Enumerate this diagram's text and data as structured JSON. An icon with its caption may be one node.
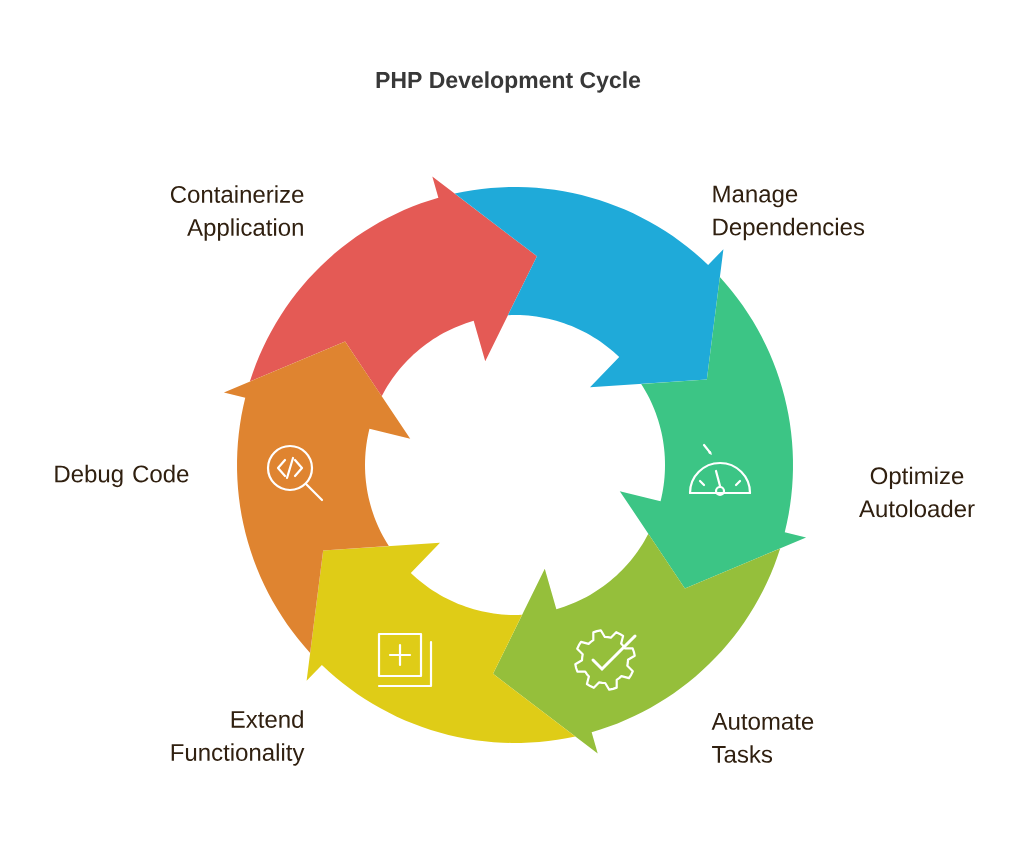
{
  "diagram": {
    "title": "PHP Development Cycle",
    "nodes": [
      {
        "text": [
          "Containerize Application"
        ]
      },
      {
        "text": [
          "Manage Dependencies"
        ]
      },
      {
        "text": [
          "Optimize Autoloader"
        ]
      },
      {
        "text": [
          "Automate Tasks"
        ]
      },
      {
        "text": [
          "Extend Functionality"
        ]
      },
      {
        "text": [
          "Debug Code"
        ]
      }
    ]
  }
}
